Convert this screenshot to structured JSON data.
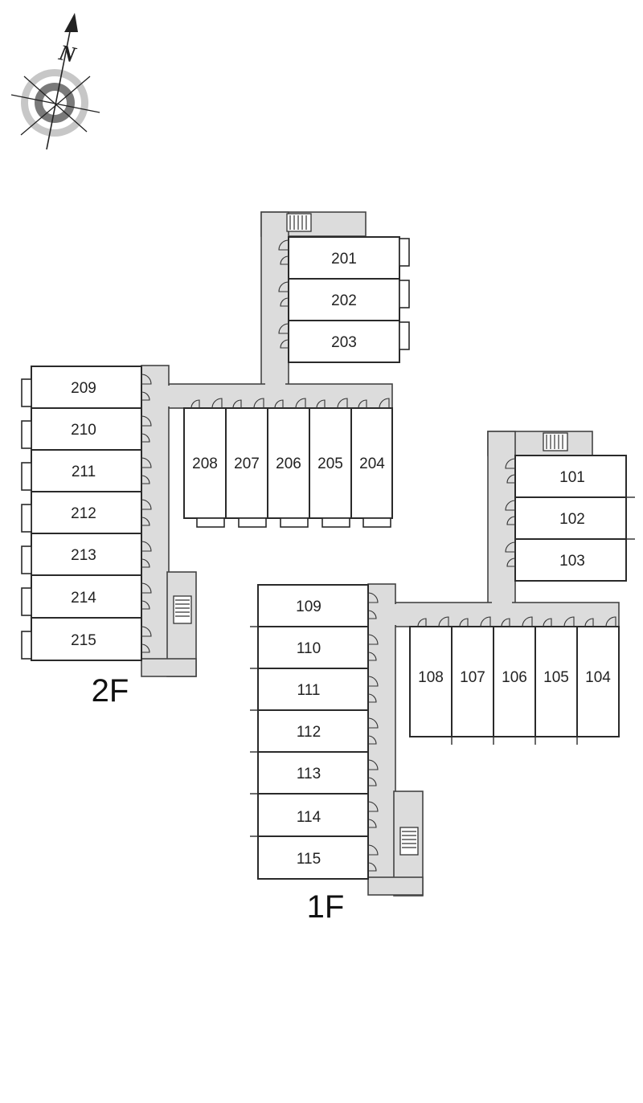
{
  "compass": {
    "north_label": "N",
    "icon": "compass-rose-icon"
  },
  "floors": [
    {
      "label": "2F",
      "rooms": [
        "201",
        "202",
        "203",
        "204",
        "205",
        "206",
        "207",
        "208",
        "209",
        "210",
        "211",
        "212",
        "213",
        "214",
        "215"
      ]
    },
    {
      "label": "1F",
      "rooms": [
        "101",
        "102",
        "103",
        "104",
        "105",
        "106",
        "107",
        "108",
        "109",
        "110",
        "111",
        "112",
        "113",
        "114",
        "115"
      ]
    }
  ],
  "colors": {
    "corridor": "#dcdcdc",
    "wall": "#2a2a2a",
    "room": "#ffffff"
  }
}
